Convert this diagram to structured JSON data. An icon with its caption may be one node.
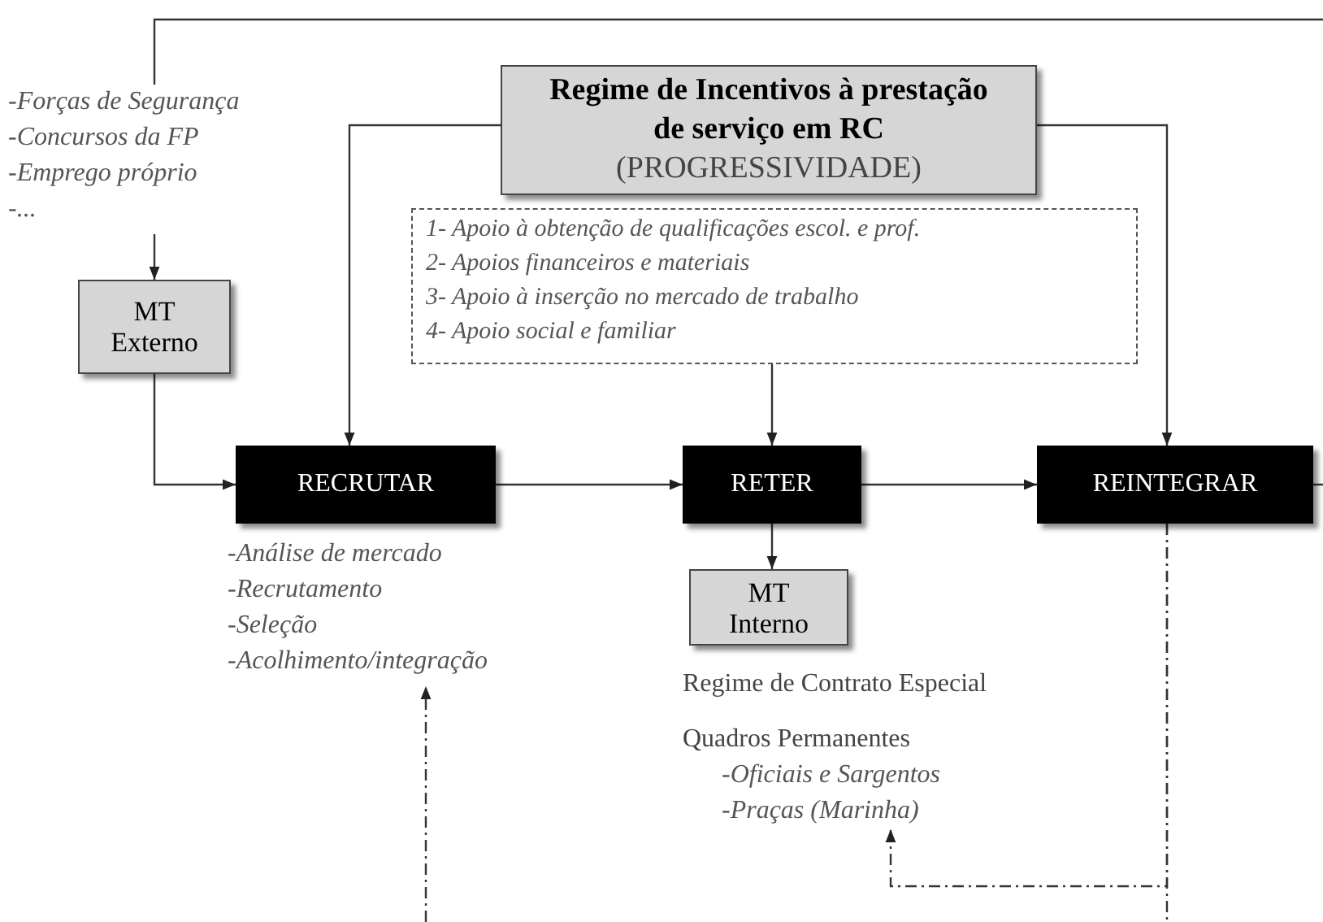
{
  "diagram": {
    "nodes": [
      {
        "text": [
          "Regime de Incentivos à prestação de serviço em RC",
          "(PROGRESSIVIDADE)"
        ]
      },
      {
        "text": [
          "1- Apoio à obtenção de qualificações escol. e prof.",
          "2- Apoios financeiros e materiais",
          "3- Apoio à inserção no mercado de trabalho",
          "4- Apoio social e familiar"
        ]
      },
      {
        "text": [
          "-Forças de Segurança",
          "-Concursos da FP",
          "-Emprego próprio",
          "-..."
        ]
      },
      {
        "text": [
          "MT Externo"
        ]
      },
      {
        "text": [
          "RECRUTAR"
        ]
      },
      {
        "text": [
          "RETER"
        ]
      },
      {
        "text": [
          "REINTEGRAR"
        ]
      },
      {
        "text": [
          "MT Interno"
        ]
      },
      {
        "text": [
          "-Análise de mercado",
          "-Recrutamento",
          "-Seleção",
          "-Acolhimento/integração"
        ]
      },
      {
        "text": [
          "Regime de Contrato Especial",
          "Quadros Permanentes",
          "-Oficiais e Sargentos",
          "-Praças (Marinha)"
        ]
      }
    ],
    "edges": [
      {
        "from": 2,
        "to": 3,
        "arrow": "to"
      },
      {
        "from": 3,
        "to": 4,
        "arrow": "to"
      },
      {
        "from": 0,
        "to": 4,
        "arrow": "to"
      },
      {
        "from": 0,
        "to": 6,
        "arrow": "to"
      },
      {
        "from": 1,
        "to": 5,
        "arrow": "to"
      },
      {
        "from": 4,
        "to": 5,
        "arrow": "to"
      },
      {
        "from": 5,
        "to": 6,
        "arrow": "to"
      },
      {
        "from": 5,
        "to": 7,
        "arrow": "to"
      },
      {
        "from": 6,
        "to": null,
        "arrow": "none"
      },
      {
        "from": 2,
        "to": null,
        "arrow": "none"
      },
      {
        "from": 6,
        "to": 9,
        "arrow": "to",
        "style": "dashed"
      },
      {
        "from": 6,
        "to": null,
        "arrow": "none",
        "style": "dashed"
      },
      {
        "from": null,
        "to": 8,
        "arrow": "to",
        "style": "dashed"
      }
    ]
  }
}
